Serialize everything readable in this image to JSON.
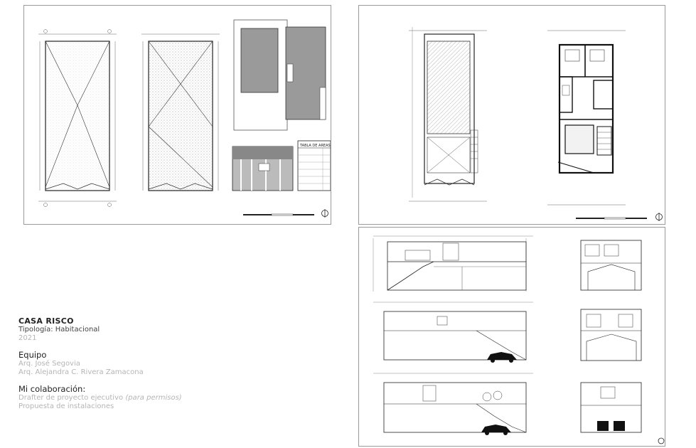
{
  "project": {
    "name": "CASA RISCO",
    "typology": "Tipología: Habitacional",
    "year": "2021"
  },
  "team": {
    "heading": "Equipo",
    "members": [
      "Arq. José Segovia",
      "Arq. Alejandra C. Rivera Zamacona"
    ]
  },
  "collaboration": {
    "heading": "Mi colaboración:",
    "item1_main": "Drafter de proyecto ejecutivo",
    "item1_note": "(para permisos)",
    "item2": "Propuesta de instalaciones"
  },
  "sheets": {
    "table_title": "TABLA DE AREAS"
  }
}
